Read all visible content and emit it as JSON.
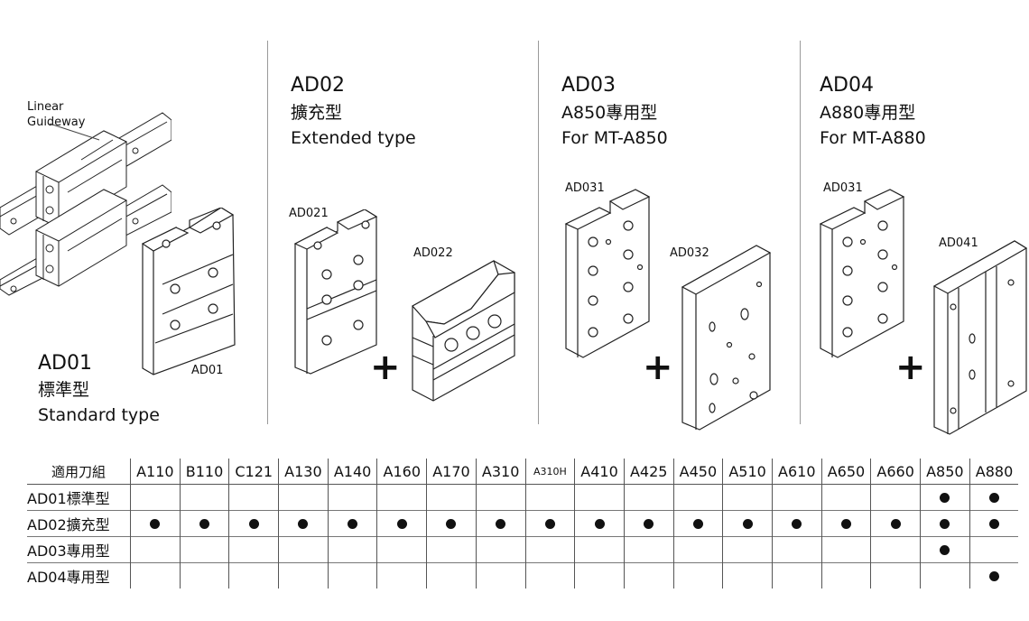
{
  "panel1": {
    "callout": "Linear\nGuideway",
    "code": "AD01",
    "name_zh": "標準型",
    "name_en": "Standard type",
    "part_label": "AD01"
  },
  "panel2": {
    "code": "AD02",
    "name_zh": "擴充型",
    "name_en": "Extended type",
    "part1_label": "AD021",
    "part2_label": "AD022"
  },
  "panel3": {
    "code": "AD03",
    "name_zh": "A850專用型",
    "name_en": "For MT-A850",
    "part1_label": "AD031",
    "part2_label": "AD032"
  },
  "panel4": {
    "code": "AD04",
    "name_zh": "A880專用型",
    "name_en": "For MT-A880",
    "part1_label": "AD031",
    "part2_label": "AD041"
  },
  "plus_symbol": "+",
  "table": {
    "corner": "適用刀組",
    "columns": [
      "A110",
      "B110",
      "C121",
      "A130",
      "A140",
      "A160",
      "A170",
      "A310",
      "A310H",
      "A410",
      "A425",
      "A450",
      "A510",
      "A610",
      "A650",
      "A660",
      "A850",
      "A880"
    ],
    "rows": [
      {
        "label": "AD01標準型",
        "marks": [
          false,
          false,
          false,
          false,
          false,
          false,
          false,
          false,
          false,
          false,
          false,
          false,
          false,
          false,
          false,
          false,
          true,
          true
        ]
      },
      {
        "label": "AD02擴充型",
        "marks": [
          true,
          true,
          true,
          true,
          true,
          true,
          true,
          true,
          true,
          true,
          true,
          true,
          true,
          true,
          true,
          true,
          true,
          true
        ]
      },
      {
        "label": "AD03專用型",
        "marks": [
          false,
          false,
          false,
          false,
          false,
          false,
          false,
          false,
          false,
          false,
          false,
          false,
          false,
          false,
          false,
          false,
          true,
          false
        ]
      },
      {
        "label": "AD04專用型",
        "marks": [
          false,
          false,
          false,
          false,
          false,
          false,
          false,
          false,
          false,
          false,
          false,
          false,
          false,
          false,
          false,
          false,
          false,
          true
        ]
      }
    ]
  }
}
